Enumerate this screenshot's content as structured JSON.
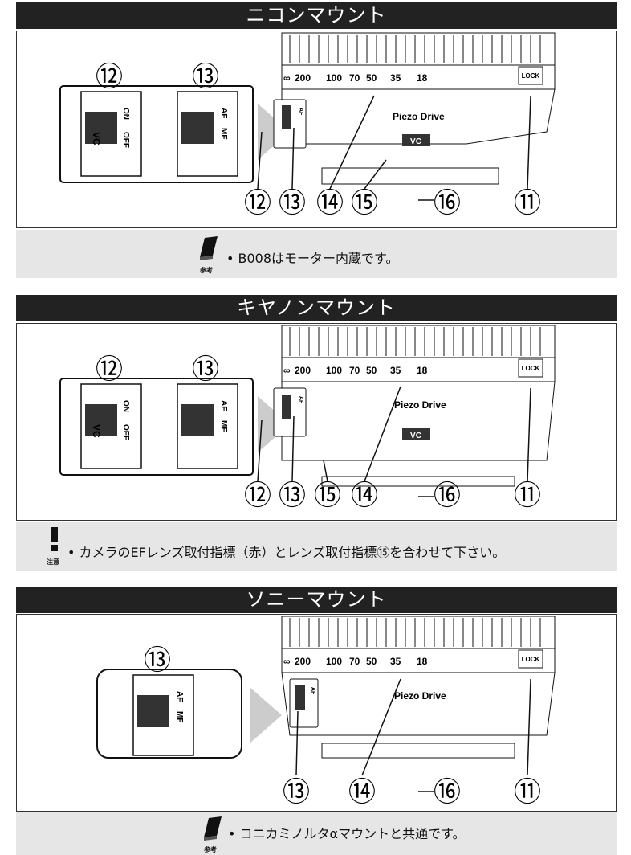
{
  "sections": [
    {
      "title": "ニコンマウント",
      "inset_switches": [
        {
          "top": "ON",
          "bottom": "OFF",
          "number": "⑫"
        },
        {
          "top": "AF",
          "bottom": "MF",
          "number": "⑬"
        }
      ],
      "callouts": [
        "⑫",
        "⑬",
        "⑭",
        "⑮",
        "⑯",
        "⑪"
      ],
      "note": {
        "icon_label": "参考",
        "text": "• B008はモーター内蔵です。"
      }
    },
    {
      "title": "キヤノンマウント",
      "inset_switches": [
        {
          "top": "ON",
          "bottom": "OFF",
          "number": "⑫"
        },
        {
          "top": "AF",
          "bottom": "MF",
          "number": "⑬"
        }
      ],
      "callouts": [
        "⑫",
        "⑬",
        "⑮",
        "⑭",
        "⑯",
        "⑪"
      ],
      "note": {
        "icon_label": "注意",
        "text": "• カメラのEFレンズ取付指標（赤）とレンズ取付指標⑮を合わせて下さい。"
      }
    },
    {
      "title": "ソニーマウント",
      "inset_switches": [
        {
          "top": "AF",
          "bottom": "MF",
          "number": "⑬"
        }
      ],
      "callouts": [
        "⑬",
        "⑭",
        "⑯",
        "⑪"
      ],
      "note": {
        "icon_label": "参考",
        "text": "• コニカミノルタαマウントと共通です。"
      }
    }
  ],
  "lens": {
    "distance_scale": [
      "∞",
      "200",
      "100",
      "70",
      "50",
      "35",
      "18"
    ],
    "lock_label": "LOCK",
    "brand": "Piezo Drive",
    "vc_label": "VC"
  }
}
